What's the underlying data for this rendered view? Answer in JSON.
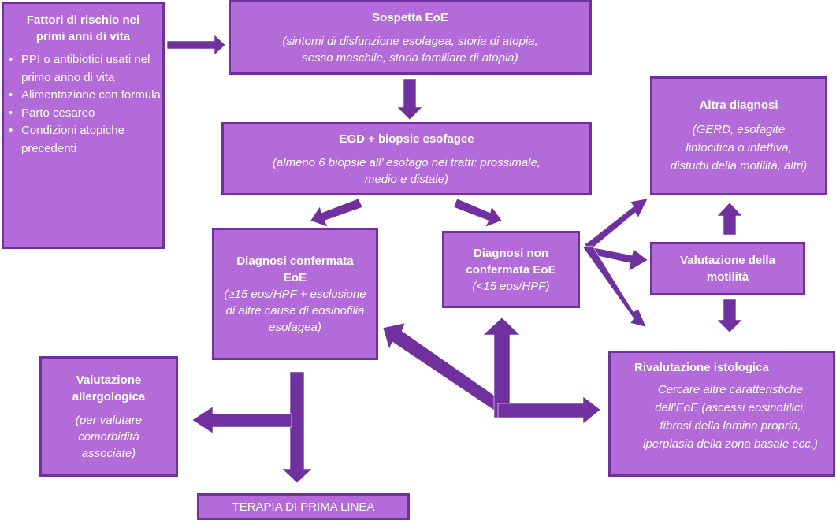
{
  "colors": {
    "box_fill": "#b36bd9",
    "box_border": "#7030a0",
    "arrow": "#7030a0",
    "text": "#ffffff"
  },
  "risk_factors": {
    "title": "Fattori di rischio nei primi anni di vita",
    "items": [
      "PPI o antibiotici usati nel primo anno di vita",
      "Alimentazione con formula",
      "Parto cesareo",
      "Condizioni atopiche precedenti"
    ]
  },
  "suspect": {
    "title": "Sospetta EoE",
    "line1": "(sintomi di disfunzione  esofagea, storia di atopia,",
    "line2": "sesso maschile, storia familiare di atopia)"
  },
  "egd": {
    "title": "EGD + biopsie esofagee",
    "line1": "(almeno 6 biopsie all’ esofago nei tratti: prossimale,",
    "line2": "medio e distale)"
  },
  "other_diagnosis": {
    "title": "Altra diagnosi",
    "detail": "(GERD, esofagite linfocitica  o infettiva, disturbi della motilità, altri)"
  },
  "confirmed": {
    "title": "Diagnosi confermata EoE",
    "detail": "(≥15 eos/HPF + esclusione di altre cause di eosinofilia esofagea)"
  },
  "not_confirmed": {
    "title": "Diagnosi non confermata EoE",
    "detail": "(<15 eos/HPF)"
  },
  "motility": {
    "title": "Valutazione della motilità"
  },
  "histology": {
    "title": "Rivalutazione istologica",
    "detail": "Cercare altre caratteristiche dell’EoE (ascessi eosinofilici, fibrosi della lamina propria, iperplasia della zona basale ecc.)"
  },
  "allergy": {
    "title": "Valutazione allergologica",
    "detail": "(per valutare comorbidità associate)"
  },
  "therapy": {
    "label": "TERAPIA DI PRIMA LINEA"
  }
}
